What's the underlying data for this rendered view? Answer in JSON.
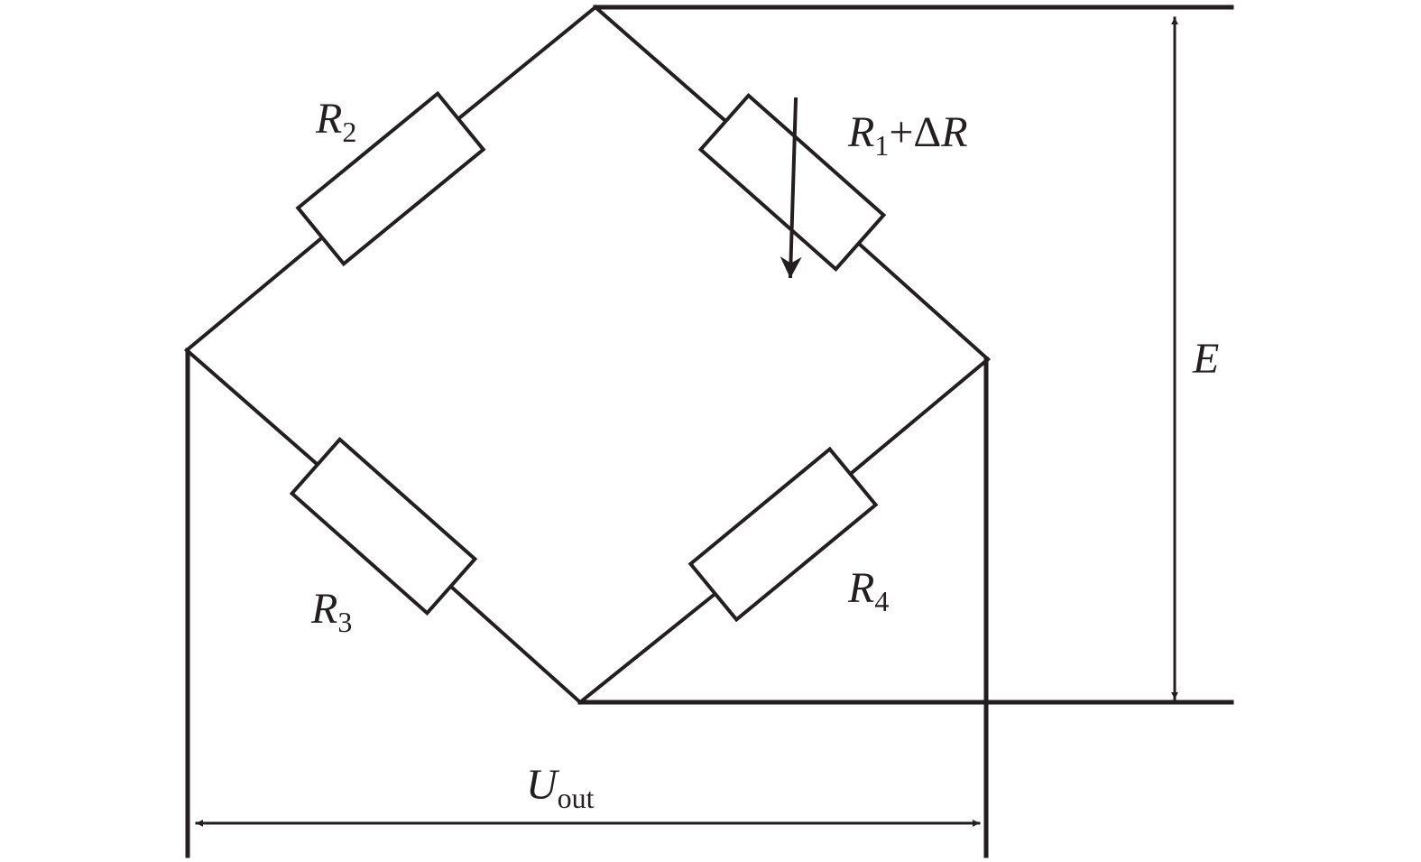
{
  "labels": {
    "r2": {
      "symbol": "R",
      "sub": "2"
    },
    "r1": {
      "symbol": "R",
      "sub": "1",
      "suffix": "+Δ",
      "suffix_symbol": "R"
    },
    "r3": {
      "symbol": "R",
      "sub": "3"
    },
    "r4": {
      "symbol": "R",
      "sub": "4"
    },
    "e": {
      "symbol": "E"
    },
    "uout": {
      "symbol": "U",
      "sub": "out"
    }
  },
  "colors": {
    "line": "#231f20",
    "background": "#ffffff"
  }
}
